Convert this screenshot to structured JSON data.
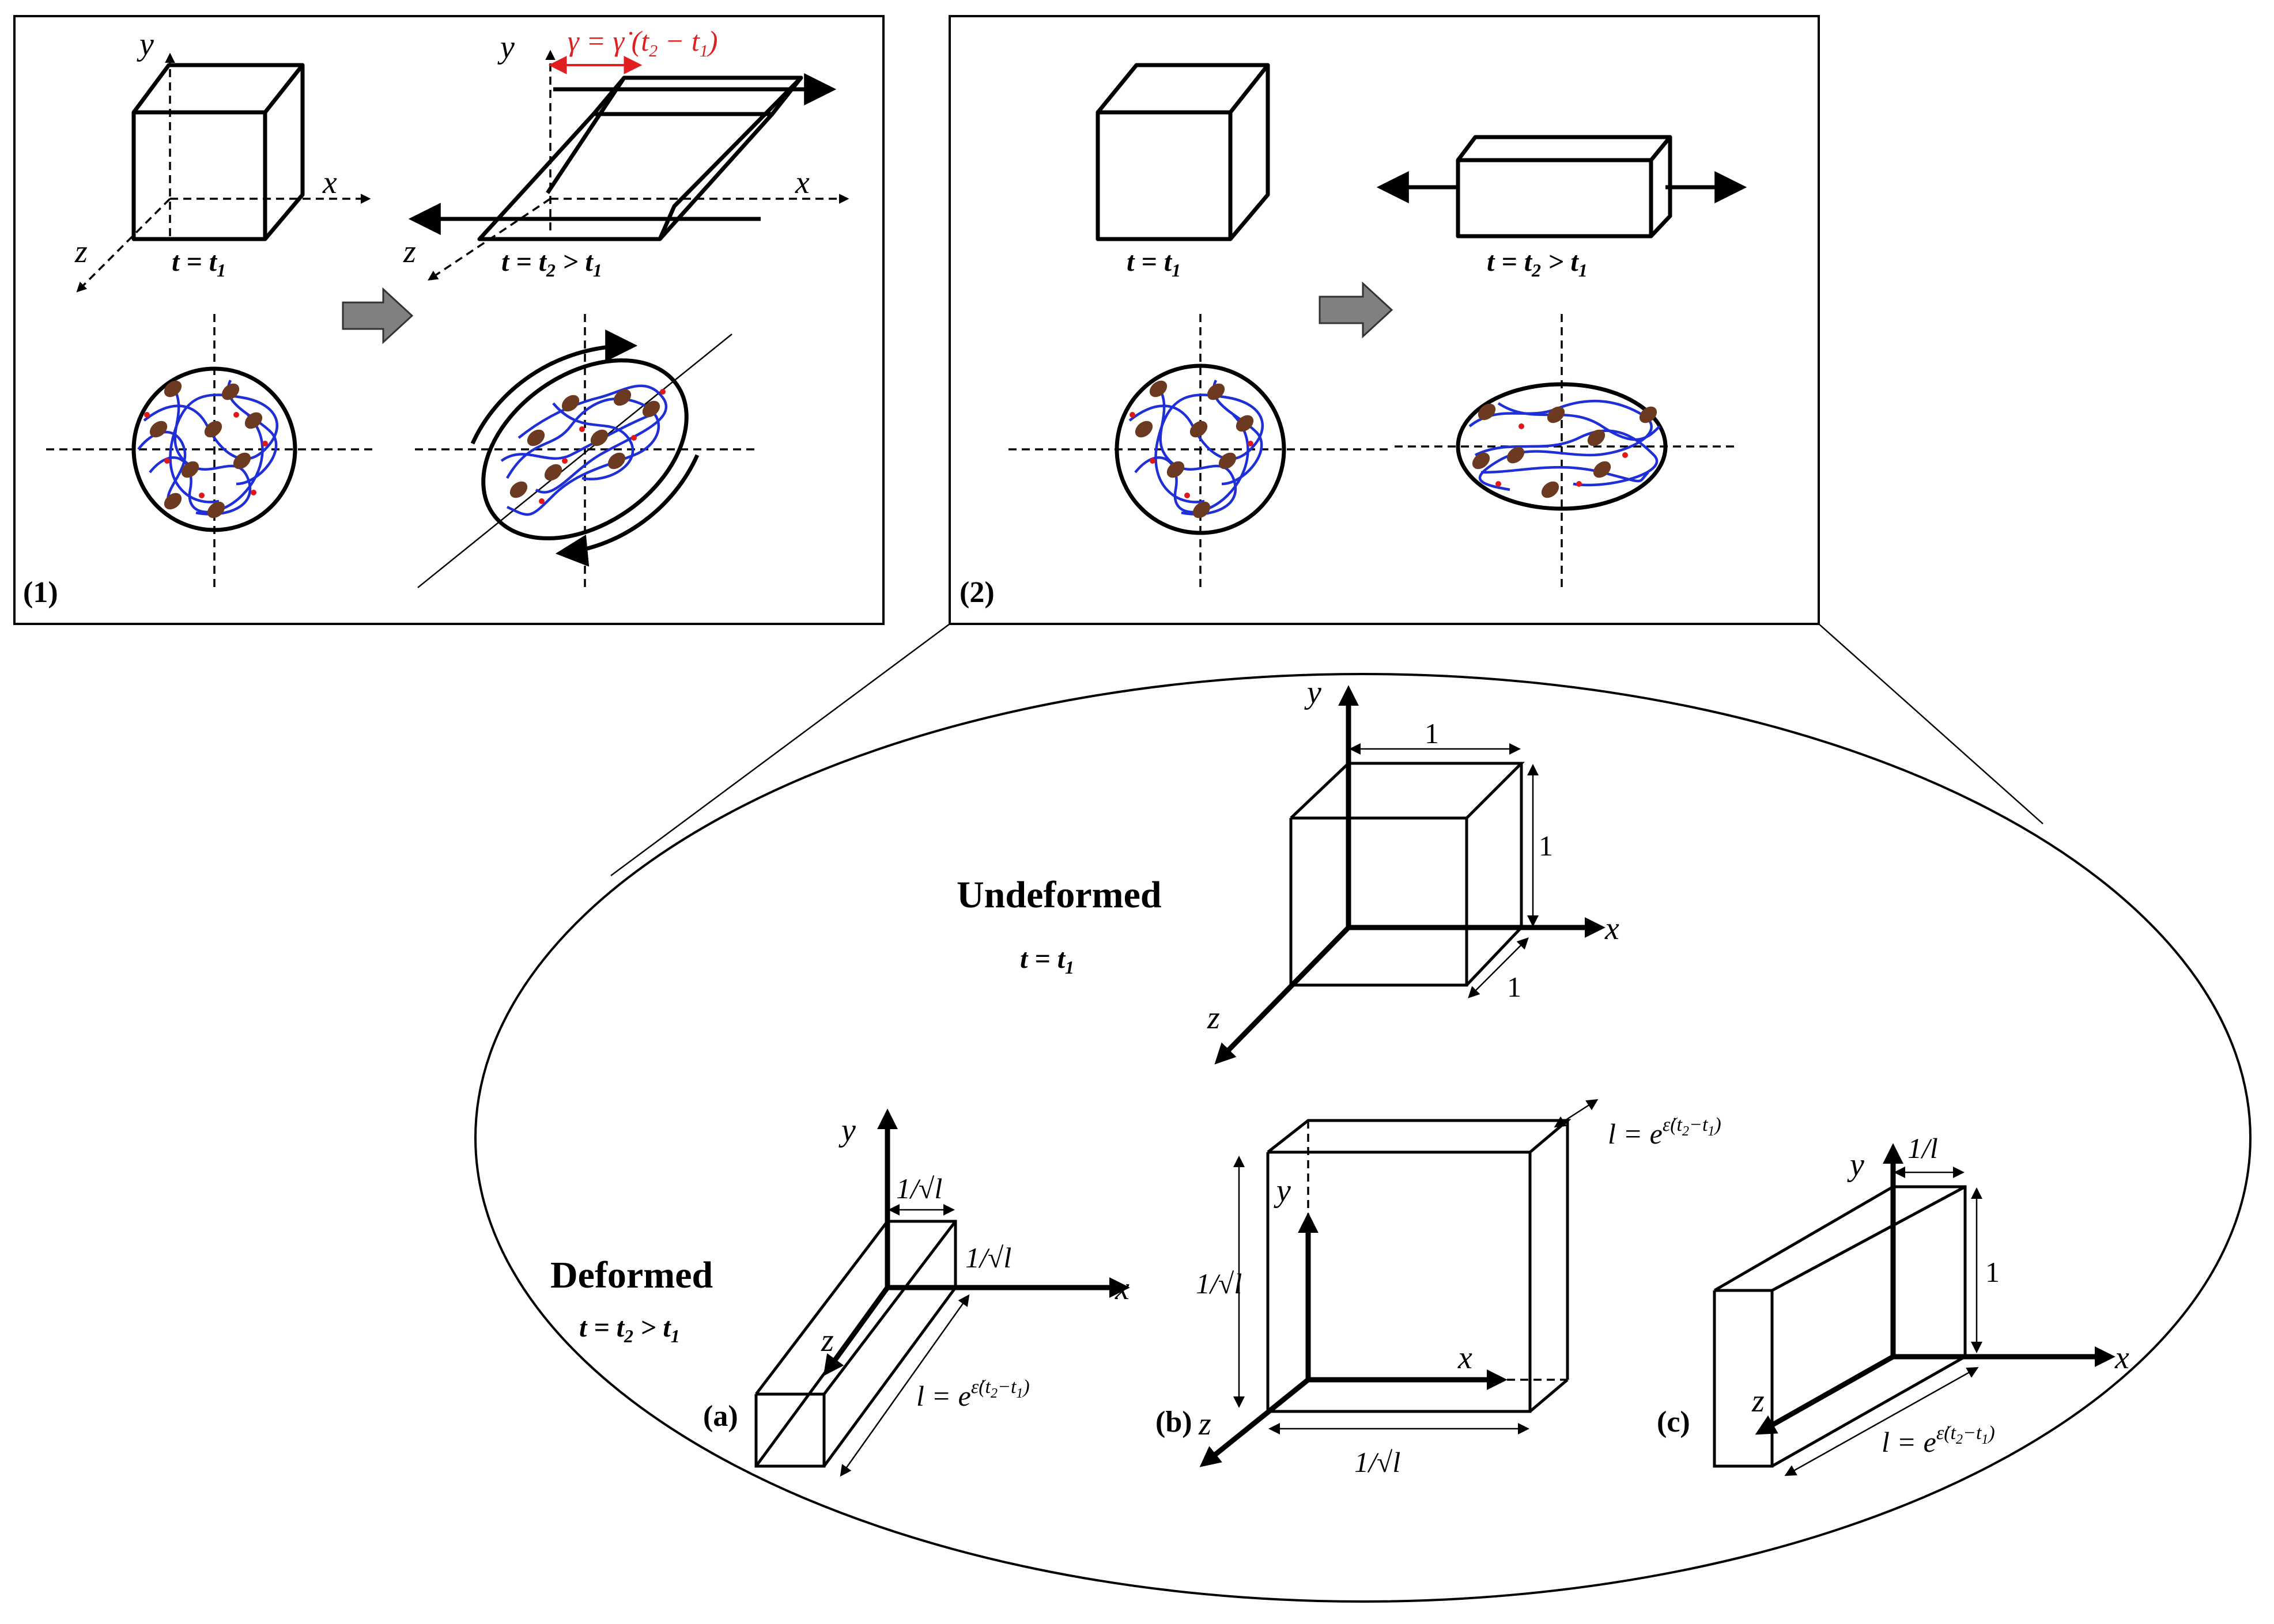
{
  "panel1": {
    "label": "(1)",
    "axis_y": "y",
    "axis_x": "x",
    "axis_z": "z",
    "axis2_y": "y",
    "axis2_x": "x",
    "axis2_z": "z",
    "time_before": "t = t",
    "time_before_sub": "1",
    "time_after": "t = t",
    "time_after_sub": "2",
    "time_after_rest": " > t",
    "time_after_sub2": "1",
    "shear_eq": "γ = γ̇ (t",
    "shear_eq_sub1": "2",
    "shear_eq_mid": " − t",
    "shear_eq_sub2": "1",
    "shear_eq_end": ")",
    "shear_color": "#e02020"
  },
  "panel2": {
    "label": "(2)",
    "time_before": "t = t",
    "time_before_sub": "1",
    "time_after": "t = t",
    "time_after_sub": "2",
    "time_after_rest": " > t",
    "time_after_sub2": "1"
  },
  "colors": {
    "chain": "#1f2fd8",
    "particle": "#6b3a20",
    "crosslink": "#e01818",
    "arrow_fill": "#808080"
  },
  "detail": {
    "undeformed_title": "Undeformed",
    "undeformed_time": "t = t",
    "undeformed_time_sub": "1",
    "axis_y": "y",
    "axis_x": "x",
    "axis_z": "z",
    "dim_top": "1",
    "dim_side": "1",
    "dim_depth": "1",
    "deformed_title": "Deformed",
    "deformed_time": "t = t",
    "deformed_time_sub": "2",
    "deformed_time_rest": " > t",
    "deformed_time_sub2": "1",
    "case_a": {
      "label": "(a)",
      "axis_y": "y",
      "axis_x": "x",
      "axis_z": "z",
      "dim_w": "1/√l",
      "dim_h": "1/√l",
      "dim_l": "l = e",
      "exp": "ε̇(t",
      "exp_sub1": "2",
      "exp_mid": "−t",
      "exp_sub2": "1",
      "exp_end": ")"
    },
    "case_b": {
      "label": "(b)",
      "axis_y": "y",
      "axis_x": "x",
      "axis_z": "z",
      "dim_h": "1/√l",
      "dim_w": "1/√l",
      "dim_l": "l = e",
      "exp": "ε̇(t",
      "exp_sub1": "2",
      "exp_mid": "−t",
      "exp_sub2": "1",
      "exp_end": ")"
    },
    "case_c": {
      "label": "(c)",
      "axis_y": "y",
      "axis_x": "x",
      "axis_z": "z",
      "dim_w": "1/l",
      "dim_h": "1",
      "dim_l": "l = e",
      "exp": "ε̇(t",
      "exp_sub1": "2",
      "exp_mid": "−t",
      "exp_sub2": "1",
      "exp_end": ")"
    }
  }
}
